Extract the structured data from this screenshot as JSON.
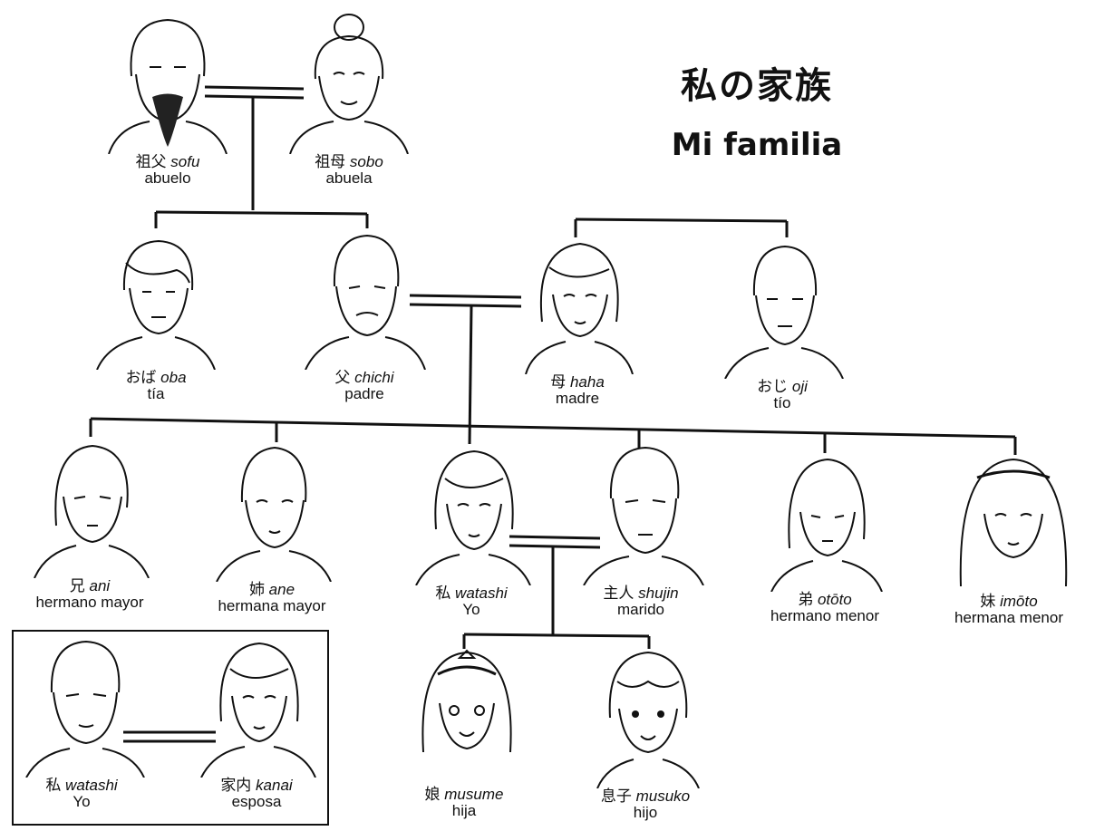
{
  "title": {
    "japanese": "私の家族",
    "spanish": "Mi familia"
  },
  "members": [
    {
      "id": "sofu",
      "kanji": "祖父",
      "romaji": "sofu",
      "spanish": "abuelo"
    },
    {
      "id": "sobo",
      "kanji": "祖母",
      "romaji": "sobo",
      "spanish": "abuela"
    },
    {
      "id": "oba",
      "kanji": "おば",
      "romaji": "oba",
      "spanish": "tía"
    },
    {
      "id": "chichi",
      "kanji": "父",
      "romaji": "chichi",
      "spanish": "padre"
    },
    {
      "id": "haha",
      "kanji": "母",
      "romaji": "haha",
      "spanish": "madre"
    },
    {
      "id": "oji",
      "kanji": "おじ",
      "romaji": "oji",
      "spanish": "tío"
    },
    {
      "id": "ani",
      "kanji": "兄",
      "romaji": "ani",
      "spanish": "hermano mayor"
    },
    {
      "id": "ane",
      "kanji": "姉",
      "romaji": "ane",
      "spanish": "hermana mayor"
    },
    {
      "id": "watashi",
      "kanji": "私",
      "romaji": "watashi",
      "spanish": "Yo"
    },
    {
      "id": "shujin",
      "kanji": "主人",
      "romaji": "shujin",
      "spanish": "marido"
    },
    {
      "id": "ototo",
      "kanji": "弟",
      "romaji": "otōto",
      "spanish": "hermano menor"
    },
    {
      "id": "imoto",
      "kanji": "妹",
      "romaji": "imōto",
      "spanish": "hermana menor"
    },
    {
      "id": "musume",
      "kanji": "娘",
      "romaji": "musume",
      "spanish": "hija"
    },
    {
      "id": "musuko",
      "kanji": "息子",
      "romaji": "musuko",
      "spanish": "hijo"
    }
  ],
  "inset": [
    {
      "id": "watashi_male",
      "kanji": "私",
      "romaji": "watashi",
      "spanish": "Yo"
    },
    {
      "id": "kanai",
      "kanji": "家内",
      "romaji": "kanai",
      "spanish": "esposa"
    }
  ],
  "colors": {
    "ink": "#111111",
    "paper": "#ffffff"
  }
}
